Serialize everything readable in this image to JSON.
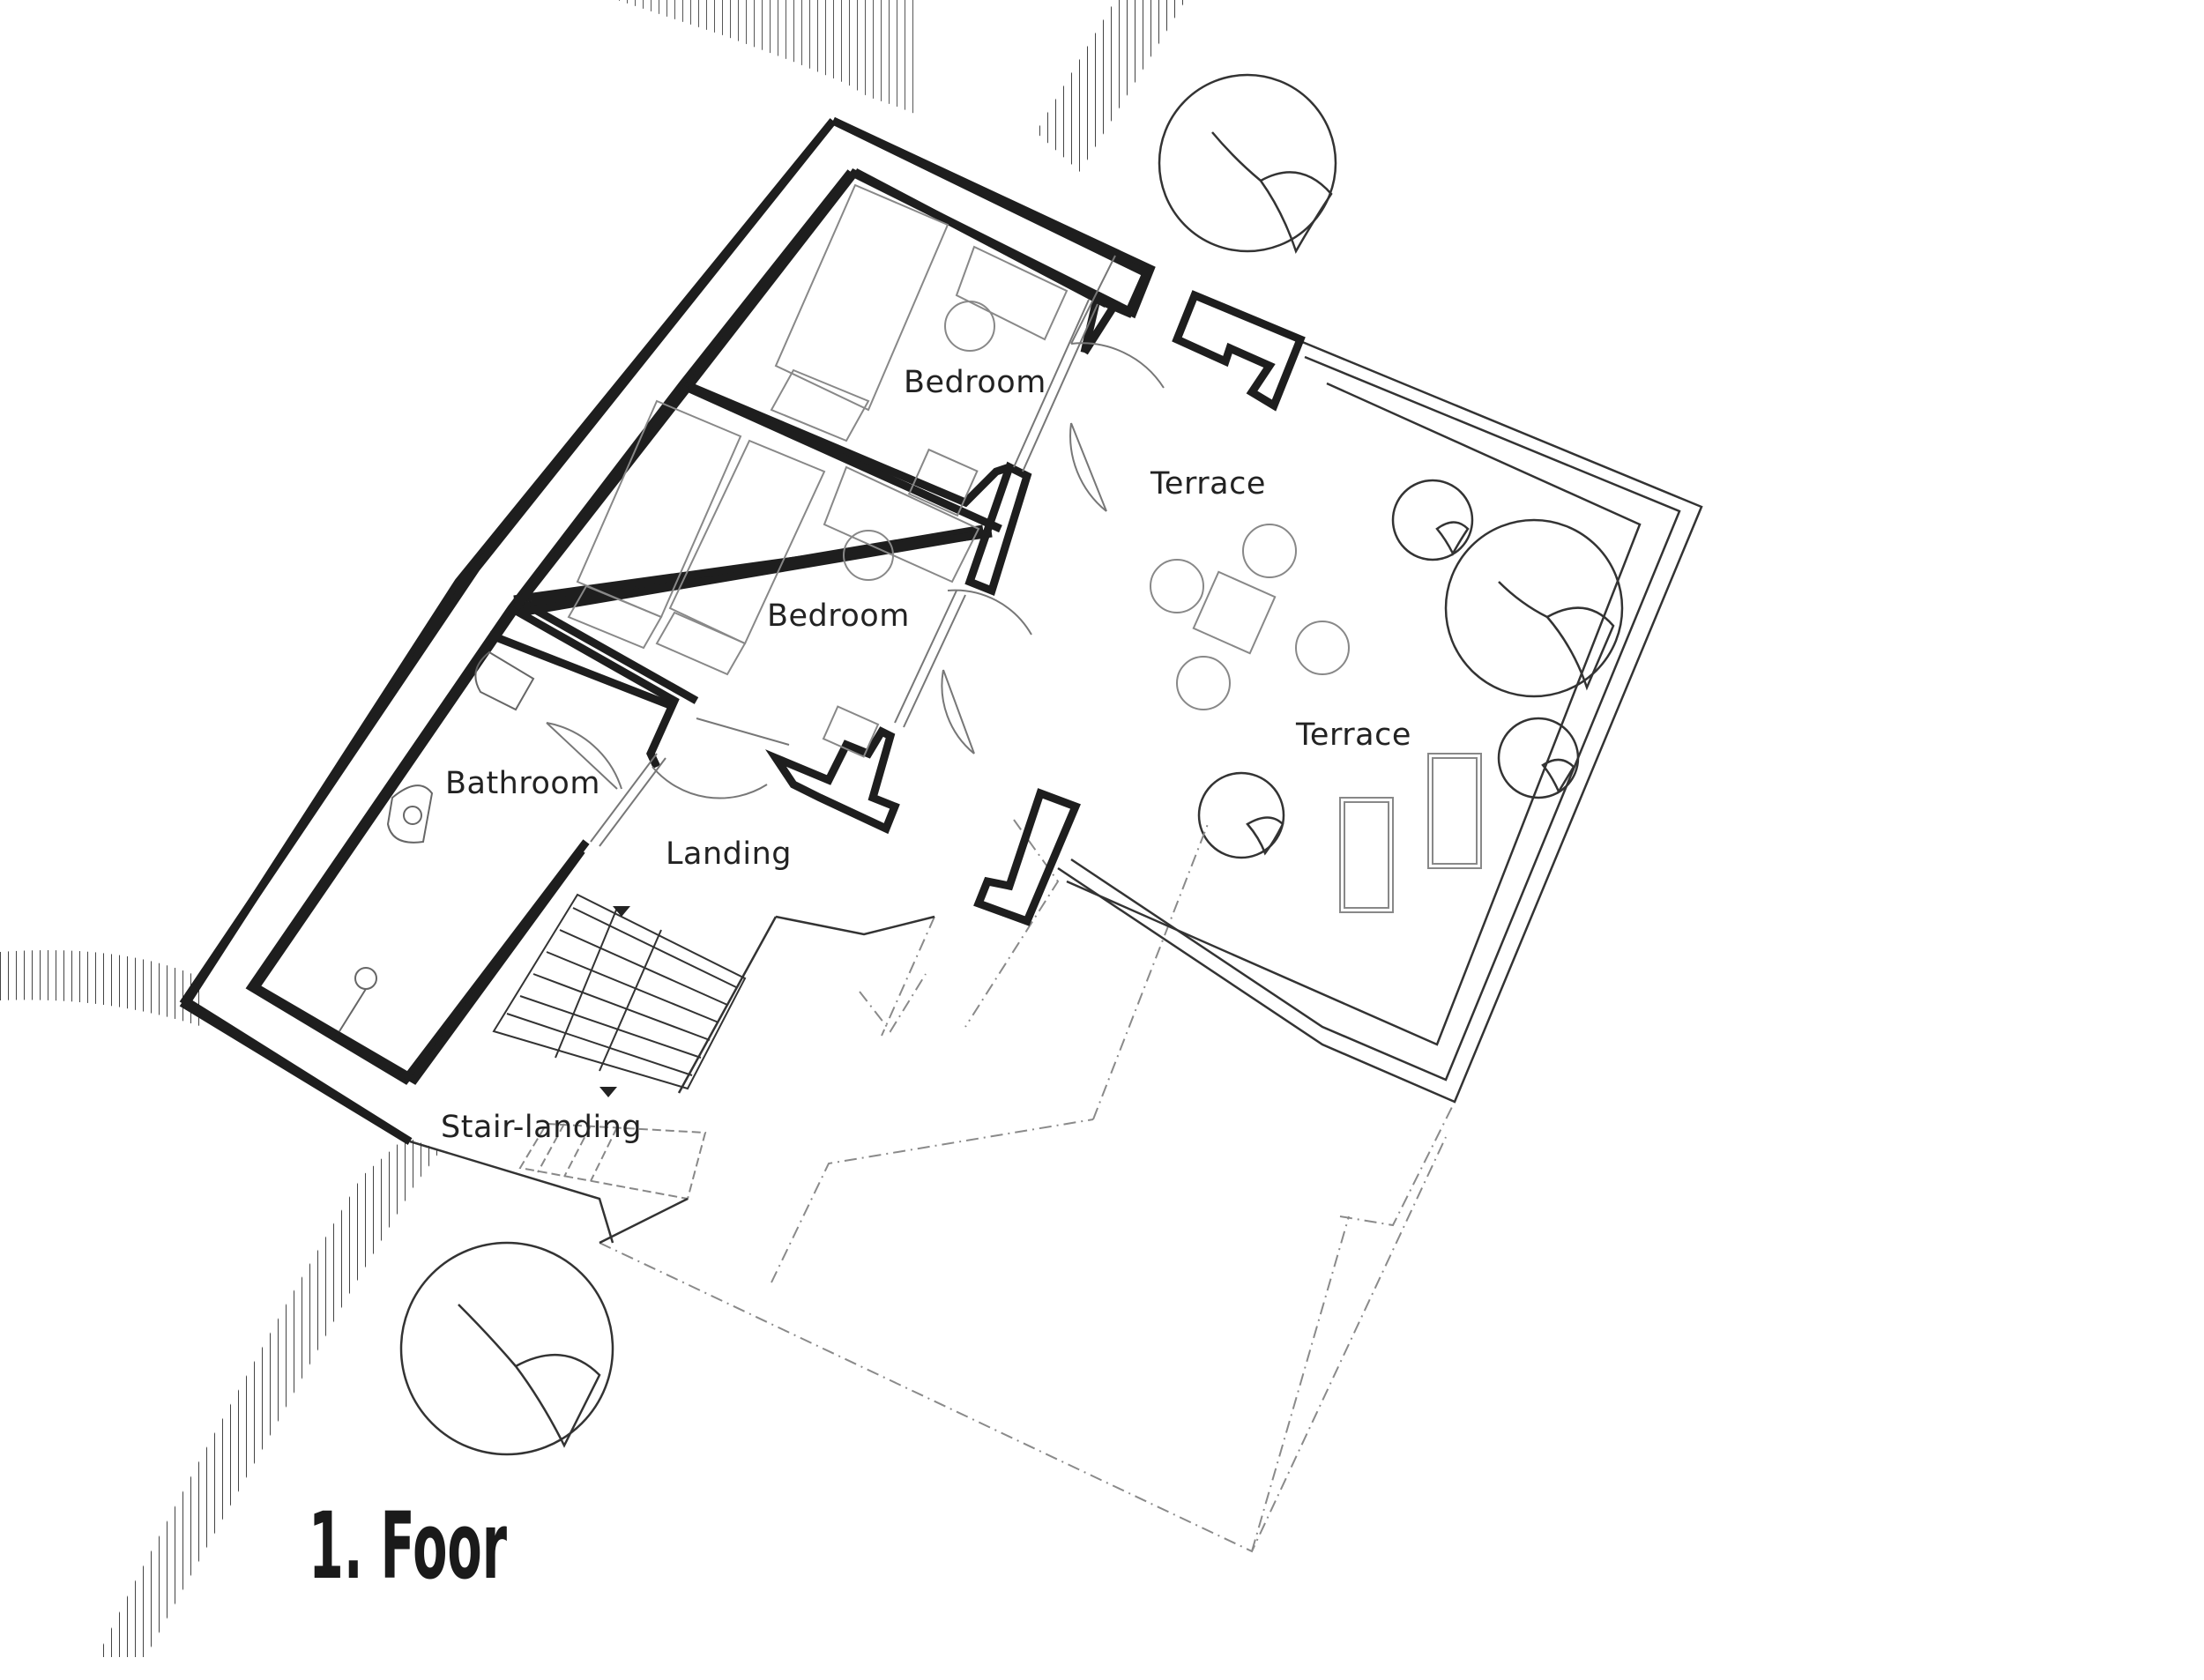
{
  "title": "1. Foor",
  "rooms": {
    "bedroom_upper": "Bedroom",
    "bedroom_lower": "Bedroom",
    "bathroom": "Bathroom",
    "landing": "Landing",
    "stair_landing": "Stair-landing",
    "terrace_small": "Terrace",
    "terrace_large": "Terrace"
  },
  "colors": {
    "wall": "#1e1e1e",
    "line": "#555555",
    "light": "#9a9a9a",
    "background": "#ffffff"
  },
  "icons": [
    "tree-icon",
    "road-hatch",
    "bed-icon",
    "toilet-icon",
    "washbasin-icon",
    "shower-icon",
    "stair-arrow-icon"
  ]
}
